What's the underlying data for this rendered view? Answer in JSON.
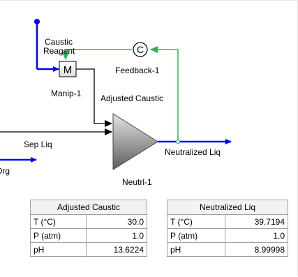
{
  "flowsheet": {
    "labels": {
      "caustic_line1": "Caustic",
      "caustic_line2": "Reagent",
      "feedback": "Feedback-1",
      "manip": "Manip-1",
      "adjusted_caustic": "Adjusted Caustic",
      "sep_liq": "Sep Liq",
      "org": "Org",
      "neutralized_liq": "Neutralized Liq",
      "neutrl": "Neutrl-1"
    },
    "manip_block_letter": "M",
    "controller_letter": "C",
    "colors": {
      "feed_stream": "#0000ff",
      "signal_line": "#2db84d",
      "material_line": "#000000"
    },
    "icons": {
      "mixer": "mixer-block-icon",
      "controller": "controller-icon",
      "neutralizer": "triangle-neutralizer-icon",
      "feed_node": "feed-node-icon"
    }
  },
  "tables": {
    "adjusted_caustic": {
      "title": "Adjusted Caustic",
      "rows": [
        {
          "label": "T (°C)",
          "value": "30.0"
        },
        {
          "label": "P (atm)",
          "value": "1.0"
        },
        {
          "label": "pH",
          "value": "13.6224"
        }
      ]
    },
    "neutralized_liq": {
      "title": "Neutralized Liq",
      "rows": [
        {
          "label": "T (°C)",
          "value": "39.7194"
        },
        {
          "label": "P (atm)",
          "value": "1.0"
        },
        {
          "label": "pH",
          "value": "8.99998"
        }
      ]
    }
  }
}
